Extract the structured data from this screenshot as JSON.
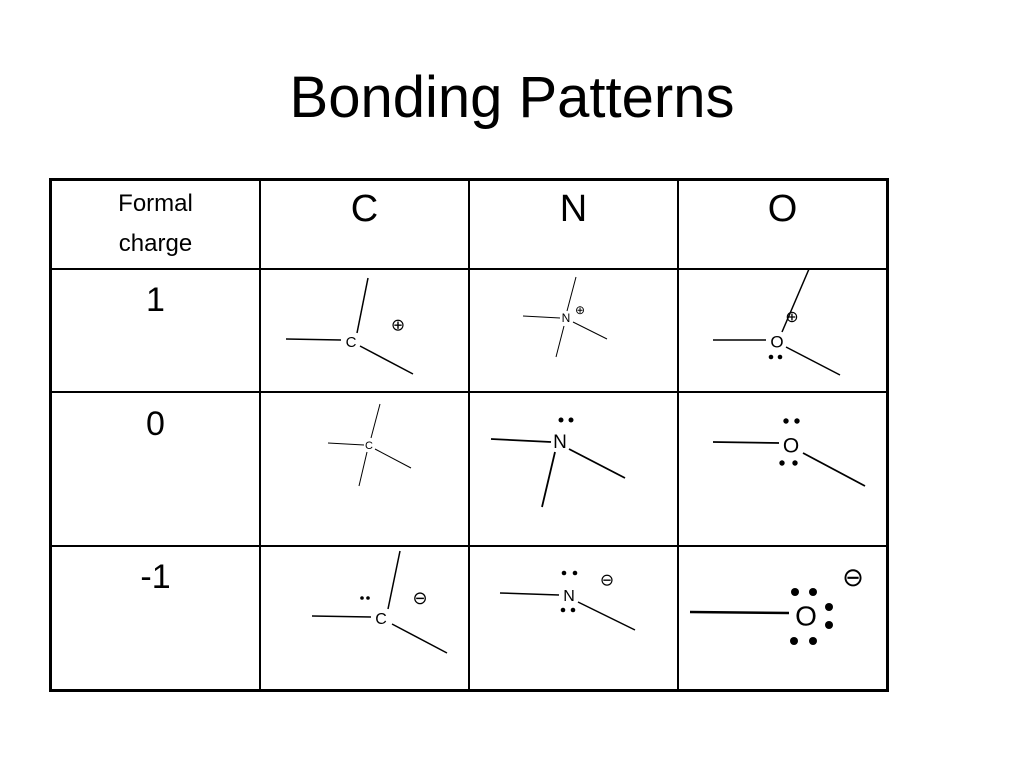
{
  "slide": {
    "title": "Bonding Patterns"
  },
  "table": {
    "corner_header": [
      "Formal",
      "charge"
    ],
    "columns": [
      "C",
      "N",
      "O"
    ],
    "rows": [
      {
        "charge": "1",
        "symbols": [
          "C",
          "N",
          "O"
        ],
        "charge_marks": [
          "⊕",
          "⊕",
          "⊕"
        ]
      },
      {
        "charge": "0",
        "symbols": [
          "C",
          "N",
          "O"
        ],
        "charge_marks": [
          "",
          "",
          ""
        ]
      },
      {
        "charge": "-1",
        "symbols": [
          "C",
          "N",
          "O"
        ],
        "charge_marks": [
          "⊖",
          "⊖",
          "⊖"
        ]
      }
    ]
  }
}
